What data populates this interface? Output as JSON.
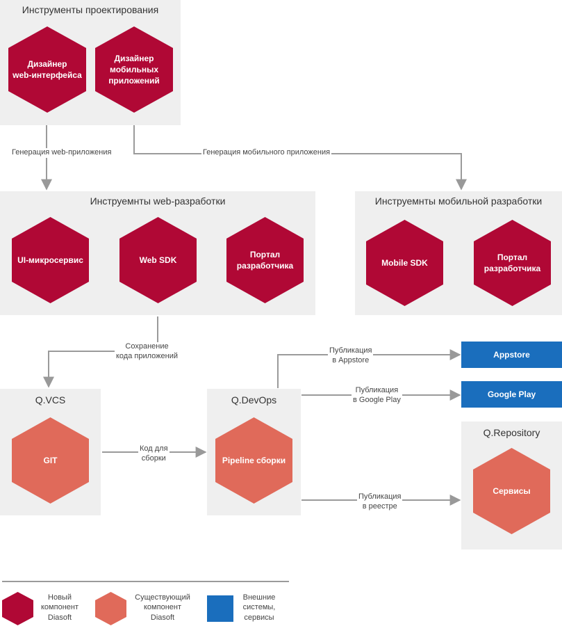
{
  "design_tools": {
    "title": "Инструменты проектирования",
    "items": [
      "Дизайнер\nweb-интерфейса",
      "Дизайнер\nмобильных\nприложений"
    ]
  },
  "web_dev": {
    "title": "Инструемнты web-разработки",
    "items": [
      "UI-микросервис",
      "Web SDK",
      "Портал\nразработчика"
    ]
  },
  "mobile_dev": {
    "title": "Инструемнты мобильной разработки",
    "items": [
      "Mobile SDK",
      "Портал\nразработчика"
    ]
  },
  "qvcs": {
    "title": "Q.VCS",
    "item": "GIT"
  },
  "qdevops": {
    "title": "Q.DevOps",
    "item": "Pipeline сборки"
  },
  "qrepository": {
    "title": "Q.Repository",
    "item": "Сервисы"
  },
  "external": {
    "appstore": "Appstore",
    "google_play": "Google Play"
  },
  "arrows": {
    "gen_web": "Генерация web-приложения",
    "gen_mobile": "Генерация мобильного приложения",
    "save_code": "Сохранение\nкода приложений",
    "code_build": "Код для\nсборки",
    "pub_appstore": "Публикация\nв Appstore",
    "pub_google": "Публикация\nв Google Play",
    "pub_registry": "Публикация\nв реестре"
  },
  "legend": {
    "new": "Новый\nкомпонент\nDiasoft",
    "existing": "Существующий\nкомпонент\nDiasoft",
    "external": "Внешние\nсистемы,\nсервисы"
  },
  "colors": {
    "new_component": "#b00835",
    "existing_component": "#e06a5a",
    "external_system": "#1a6ebd",
    "box_background": "#efefef"
  }
}
